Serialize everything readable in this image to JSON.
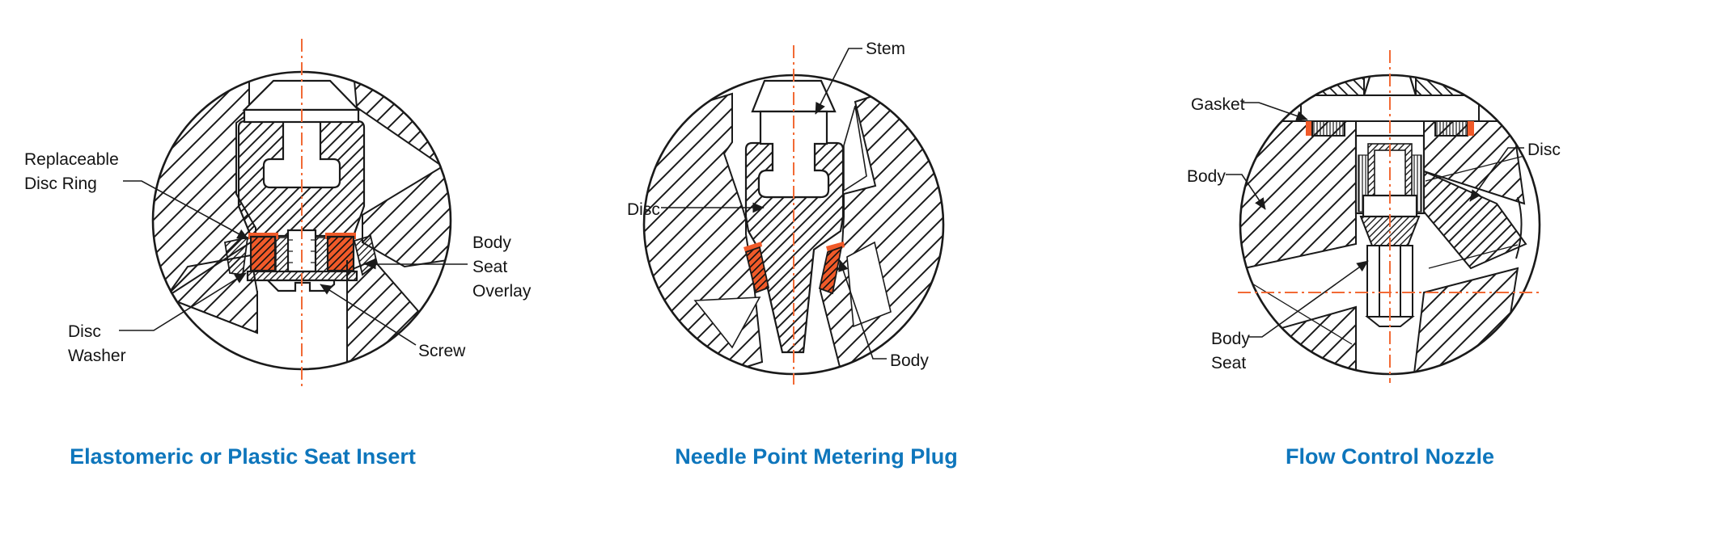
{
  "figure": {
    "type": "valve-seat-design-cross-sections",
    "colors": {
      "seat_highlight": "#F15A29",
      "centerline": "#F26A35",
      "title_text": "#0E76BC",
      "line": "#1A1A1A",
      "label_text": "#141414"
    },
    "panels": [
      {
        "title": "Elastomeric or Plastic Seat Insert",
        "labels": {
          "replaceable_disc_ring": {
            "lines": [
              "Replaceable",
              "Disc Ring"
            ]
          },
          "body_seat_overlay": {
            "lines": [
              "Body",
              "Seat",
              "Overlay"
            ]
          },
          "disc_washer": {
            "lines": [
              "Disc",
              "Washer"
            ]
          },
          "screw": {
            "lines": [
              "Screw"
            ]
          }
        }
      },
      {
        "title": "Needle Point Metering Plug",
        "labels": {
          "stem": {
            "lines": [
              "Stem"
            ]
          },
          "disc": {
            "lines": [
              "Disc"
            ]
          },
          "body": {
            "lines": [
              "Body"
            ]
          }
        }
      },
      {
        "title": "Flow Control Nozzle",
        "labels": {
          "gasket": {
            "lines": [
              "Gasket"
            ]
          },
          "body": {
            "lines": [
              "Body"
            ]
          },
          "disc": {
            "lines": [
              "Disc"
            ]
          },
          "body_seat": {
            "lines": [
              "Body",
              "Seat"
            ]
          }
        }
      }
    ]
  }
}
